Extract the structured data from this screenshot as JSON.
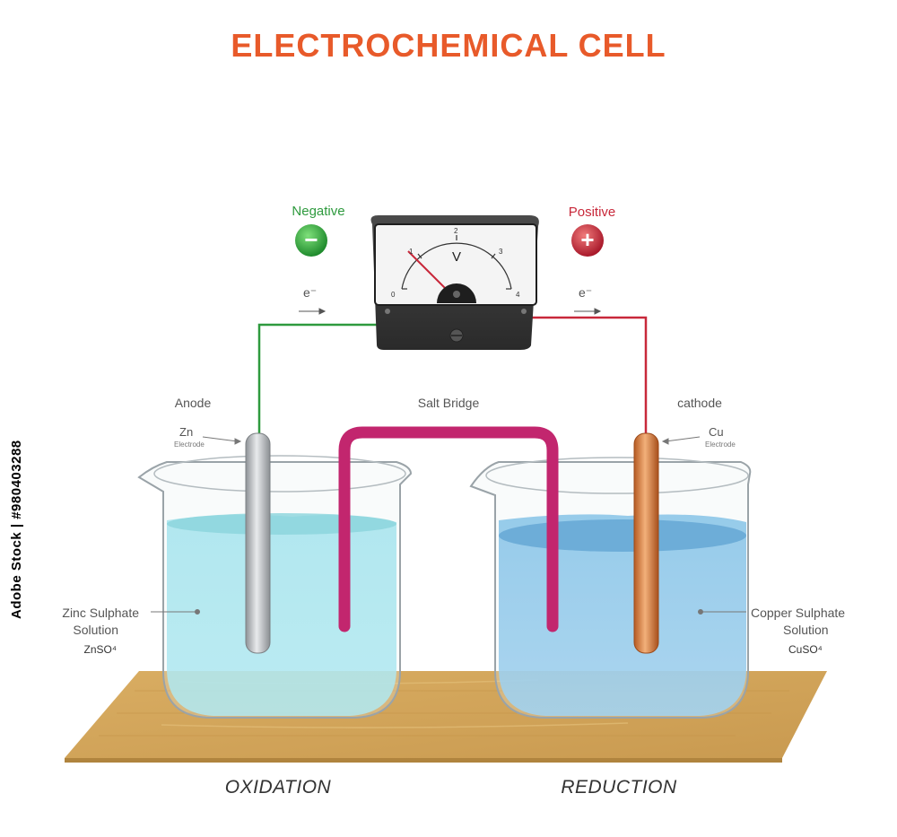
{
  "title": "ELECTROCHEMICAL CELL",
  "negative": {
    "label": "Negative",
    "sign": "−"
  },
  "positive": {
    "label": "Positive",
    "sign": "+"
  },
  "electron_left": "e⁻",
  "electron_right": "e⁻",
  "meter": {
    "unit": "V",
    "ticks": [
      "0",
      "1",
      "2",
      "3",
      "4"
    ]
  },
  "anode": {
    "label": "Anode",
    "metal": "Zn",
    "sub": "Electrode"
  },
  "cathode": {
    "label": "cathode",
    "metal": "Cu",
    "sub": "Electrode"
  },
  "salt_bridge": "Salt Bridge",
  "left_solution": {
    "line1": "Zinc Sulphate",
    "line2": "Solution",
    "formula": "ZnSO⁴"
  },
  "right_solution": {
    "line1": "Copper Sulphate",
    "line2": "Solution",
    "formula": "CuSO⁴"
  },
  "oxidation": "OXIDATION",
  "reduction": "REDUCTION",
  "stock_id": "Adobe Stock | #980403288",
  "colors": {
    "title": "#e85a2a",
    "negative": "#2e9a3e",
    "positive": "#c8283a",
    "bridge": "#c2266e"
  }
}
